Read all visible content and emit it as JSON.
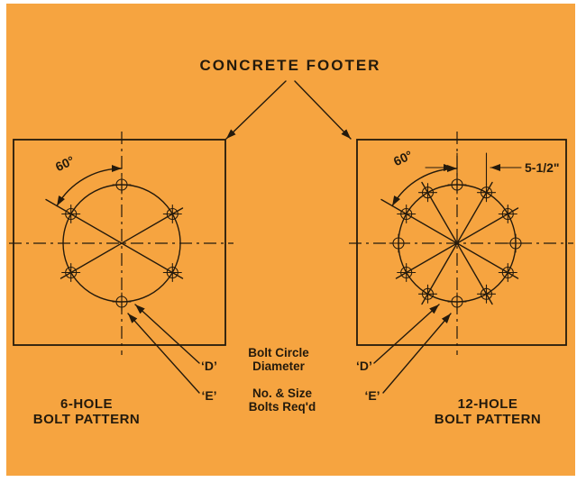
{
  "colors": {
    "paper": "#f6a440",
    "ink": "#241a0c"
  },
  "title": "CONCRETE FOOTER",
  "left_pattern": {
    "angle_label": "60°",
    "d_label": "‘D’",
    "e_label": "‘E’",
    "caption_line1": "6-HOLE",
    "caption_line2": "BOLT PATTERN"
  },
  "right_pattern": {
    "angle_label": "60°",
    "spacing_dim": "5-1/2\"",
    "d_label": "‘D’",
    "e_label": "‘E’",
    "caption_line1": "12-HOLE",
    "caption_line2": "BOLT PATTERN"
  },
  "legend": {
    "bolt_circle_line1": "Bolt Circle",
    "bolt_circle_line2": "Diameter",
    "bolts_line1": "No. & Size",
    "bolts_line2": "Bolts Req'd"
  }
}
